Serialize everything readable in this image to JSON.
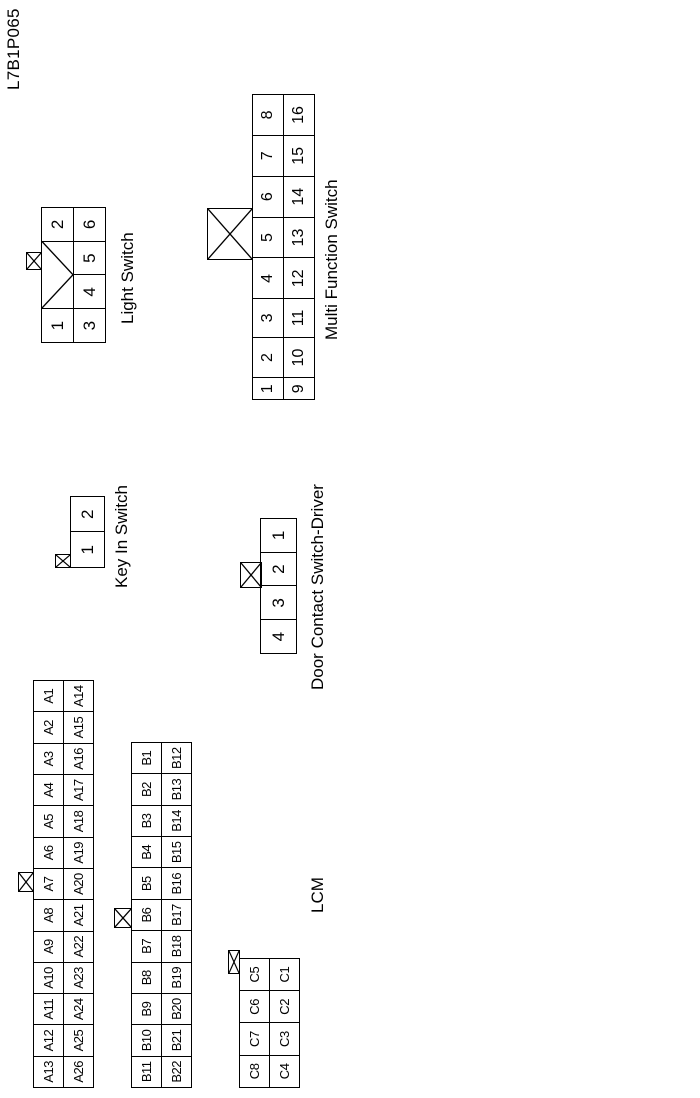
{
  "figure_code": "L7B1P065",
  "labels": {
    "key_in_switch": "Key In Switch",
    "light_switch": "Light Switch",
    "door_contact_switch_driver": "Door Contact Switch-Driver",
    "multi_function_switch": "Multi Function Switch",
    "lcm": "LCM"
  },
  "connectors": {
    "lcm_a": {
      "row1": [
        "A13",
        "A12",
        "A11",
        "A10",
        "A9",
        "A8",
        "A7",
        "A6",
        "A5",
        "A4",
        "A3",
        "A2",
        "A1"
      ],
      "row2": [
        "A26",
        "A25",
        "A24",
        "A23",
        "A22",
        "A21",
        "A20",
        "A19",
        "A18",
        "A17",
        "A16",
        "A15",
        "A14"
      ]
    },
    "lcm_b": {
      "row1": [
        "B11",
        "B10",
        "B9",
        "B8",
        "B7",
        "B6",
        "B5",
        "B4",
        "B3",
        "B2",
        "B1"
      ],
      "row2": [
        "B22",
        "B21",
        "B20",
        "B19",
        "B18",
        "B17",
        "B16",
        "B15",
        "B14",
        "B13",
        "B12"
      ]
    },
    "lcm_c": {
      "row1": [
        "C8",
        "C7",
        "C6",
        "C5"
      ],
      "row2": [
        "C4",
        "C3",
        "C2",
        "C1"
      ]
    },
    "key_in_switch": {
      "row1": [
        "1",
        "2"
      ]
    },
    "door_contact_switch_driver": {
      "row1": [
        "4",
        "3",
        "2",
        "1"
      ]
    },
    "light_switch": {
      "row1": [
        "1",
        "2"
      ],
      "row2": [
        "3",
        "4",
        "5",
        "6"
      ]
    },
    "multi_function_switch": {
      "row1": [
        "1",
        "2",
        "3",
        "4",
        "5",
        "6",
        "7",
        "8"
      ],
      "row2": [
        "9",
        "10",
        "11",
        "12",
        "13",
        "14",
        "15",
        "16"
      ]
    }
  }
}
